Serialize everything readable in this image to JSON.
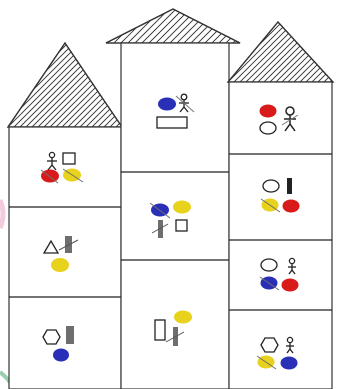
{
  "colors": {
    "red": "#d91a1a",
    "yellow": "#e8d21c",
    "blue": "#2a2fb8",
    "ink": "#222222",
    "gray": "#6e6e6e",
    "accent_pink": "#e9a8c4",
    "accent_green": "#2f9e5e"
  },
  "buildings": [
    {
      "name": "left-tower",
      "rooms": [
        {
          "items": [
            "person-icon",
            "square-icon",
            "red-blob-crossed",
            "yellow-blob-crossed"
          ]
        },
        {
          "items": [
            "triangle-icon",
            "gray-bar-crossed",
            "yellow-blob"
          ]
        },
        {
          "items": [
            "hexagon-icon",
            "gray-bar",
            "blue-blob"
          ]
        }
      ]
    },
    {
      "name": "middle-tower",
      "rooms": [
        {
          "items": [
            "blue-blob",
            "person-icon-crossed",
            "rectangle-icon"
          ]
        },
        {
          "items": [
            "blue-blob-crossed",
            "yellow-blob",
            "gray-bar-crossed",
            "square-icon"
          ]
        },
        {
          "items": [
            "rectangle-icon",
            "yellow-blob",
            "gray-bar-crossed"
          ]
        }
      ]
    },
    {
      "name": "right-tower",
      "rooms": [
        {
          "items": [
            "red-blob",
            "person-icon-crossed",
            "ellipse-icon"
          ]
        },
        {
          "items": [
            "ellipse-icon",
            "gray-bar",
            "yellow-blob-crossed",
            "red-blob"
          ]
        },
        {
          "items": [
            "ellipse-icon",
            "person-icon",
            "blue-blob-crossed",
            "red-blob"
          ]
        },
        {
          "items": [
            "hexagon-icon",
            "person-icon",
            "yellow-blob-crossed",
            "blue-blob"
          ]
        }
      ]
    }
  ]
}
